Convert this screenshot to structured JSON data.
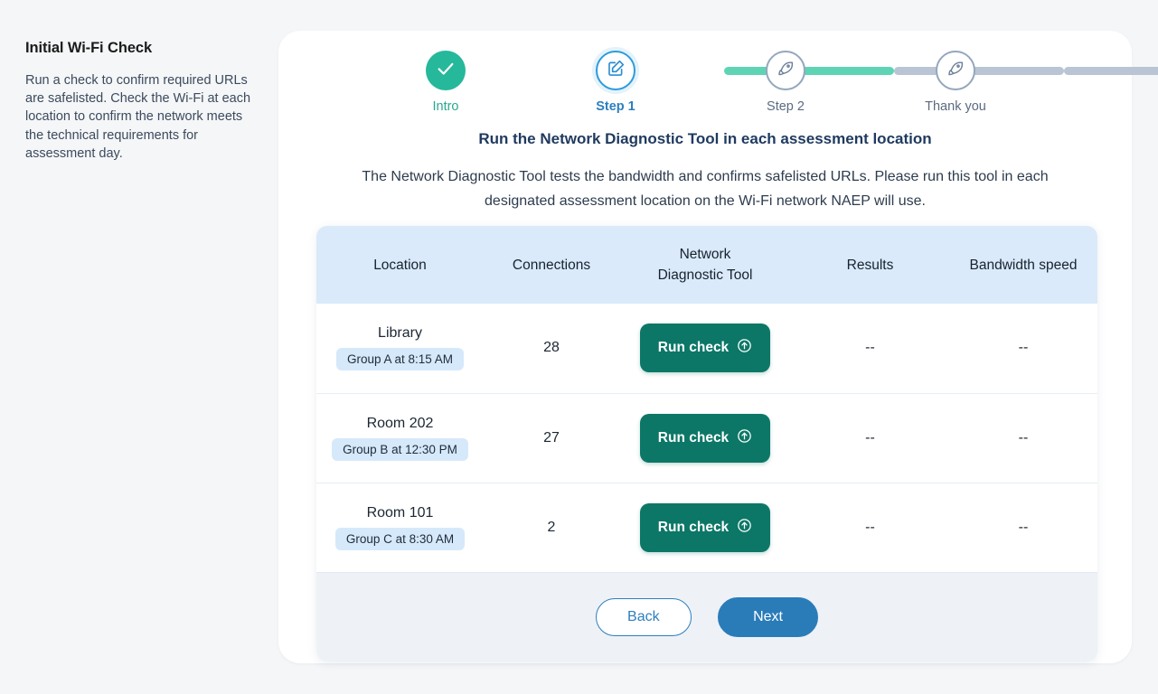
{
  "sidebar": {
    "title": "Initial Wi-Fi Check",
    "description": "Run a check to confirm required URLs are safelisted. Check the Wi-Fi at each location to confirm the network meets the technical requirements for assessment day."
  },
  "stepper": {
    "steps": [
      {
        "label": "Intro",
        "state": "done",
        "icon": "check-icon"
      },
      {
        "label": "Step 1",
        "state": "current",
        "icon": "pencil-square-icon"
      },
      {
        "label": "Step 2",
        "state": "todo",
        "icon": "rocket-icon"
      },
      {
        "label": "Thank you",
        "state": "todo",
        "icon": "rocket-icon"
      }
    ],
    "colors": {
      "done": "#26b89a",
      "current": "#2d9cdb",
      "todo": "#94a7bd",
      "connector_filled": "#5fd4b4",
      "connector_empty": "#b9c5d4"
    }
  },
  "main": {
    "title": "Run the Network Diagnostic Tool in each assessment location",
    "description": "The Network Diagnostic Tool tests the bandwidth and confirms safelisted URLs. Please run this tool in each designated assessment location on the Wi-Fi network NAEP will use."
  },
  "table": {
    "headers": {
      "location": "Location",
      "connections": "Connections",
      "tool_line1": "Network",
      "tool_line2": "Diagnostic Tool",
      "results": "Results",
      "bandwidth": "Bandwidth speed"
    },
    "rows": [
      {
        "location": "Library",
        "schedule": "Group A at 8:15 AM",
        "connections": "28",
        "action_label": "Run check",
        "action_icon": "arrow-up-circle-icon",
        "results": "--",
        "bandwidth": "--"
      },
      {
        "location": "Room 202",
        "schedule": "Group B at 12:30 PM",
        "connections": "27",
        "action_label": "Run check",
        "action_icon": "arrow-up-circle-icon",
        "results": "--",
        "bandwidth": "--"
      },
      {
        "location": "Room 101",
        "schedule": "Group C at 8:30 AM",
        "connections": "2",
        "action_label": "Run check",
        "action_icon": "arrow-up-circle-icon",
        "results": "--",
        "bandwidth": "--"
      }
    ]
  },
  "footer": {
    "back_label": "Back",
    "next_label": "Next"
  },
  "theme": {
    "page_bg": "#f4f6f8",
    "card_bg": "#ffffff",
    "table_header_bg": "#daeafa",
    "badge_bg": "#d6e9fb",
    "run_button_bg": "#0c7767",
    "next_button_bg": "#2a7cb9",
    "panel_footer_bg": "#eef1f6"
  }
}
